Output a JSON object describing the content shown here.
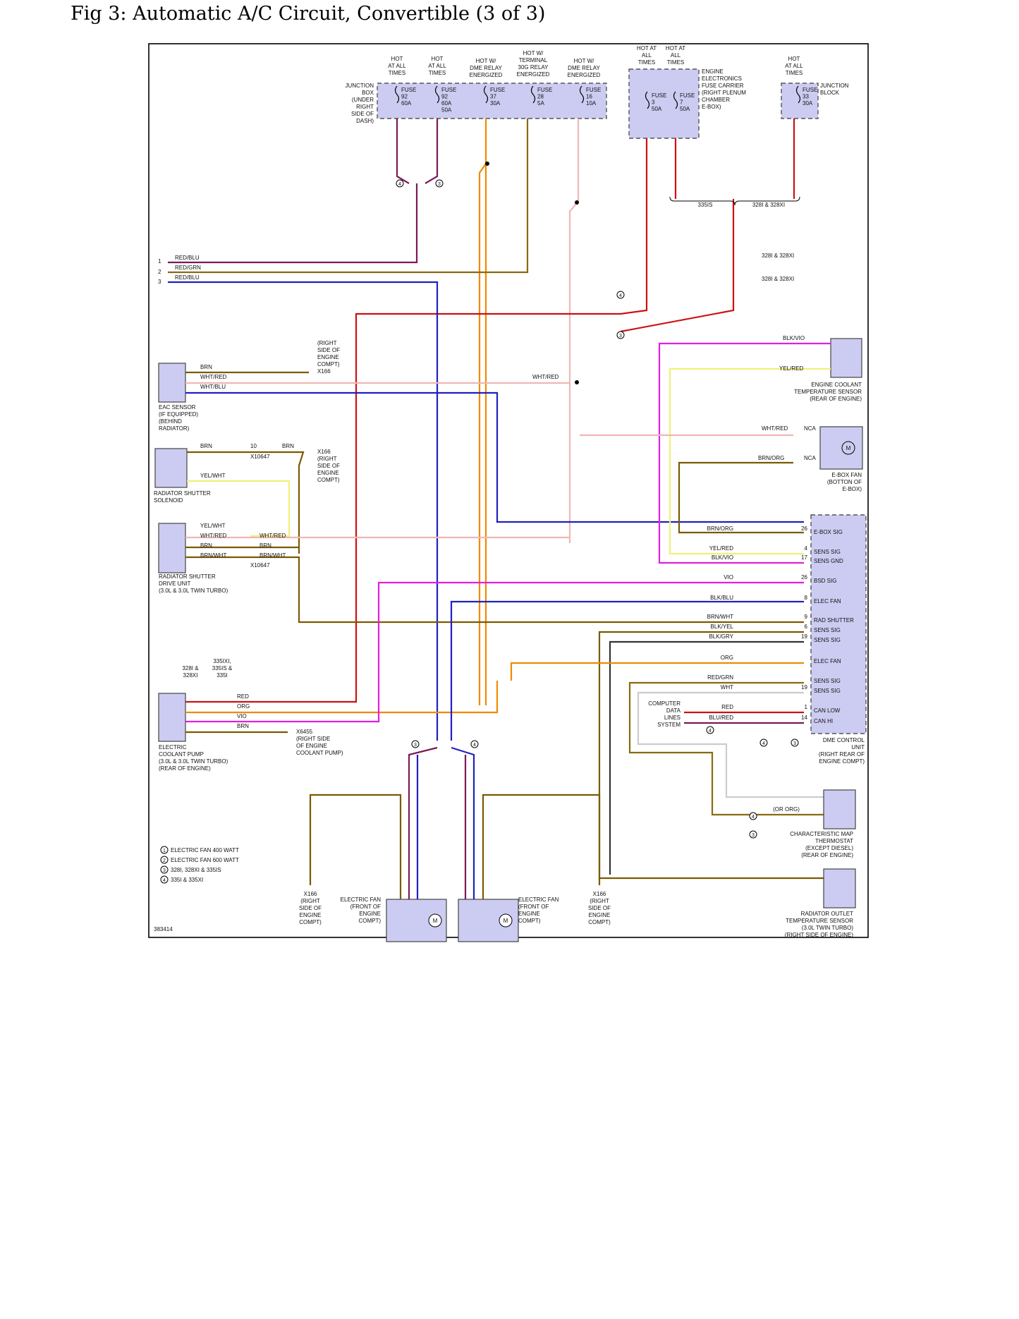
{
  "title": "Fig 3: Automatic A/C Circuit, Convertible (3 of 3)",
  "figure_id": "383414",
  "fuse_headers": [
    {
      "lines": [
        "HOT",
        "AT ALL",
        "TIMES"
      ]
    },
    {
      "lines": [
        "HOT",
        "AT ALL",
        "TIMES"
      ]
    },
    {
      "lines": [
        "HOT W/",
        "DME RELAY",
        "ENERGIZED"
      ]
    },
    {
      "lines": [
        "HOT W/",
        "TERMINAL",
        "30G RELAY",
        "ENERGIZED"
      ]
    },
    {
      "lines": [
        "HOT W/",
        "DME RELAY",
        "ENERGIZED"
      ]
    },
    {
      "lines": [
        "HOT AT",
        "ALL",
        "TIMES"
      ]
    },
    {
      "lines": [
        "HOT AT",
        "ALL",
        "TIMES"
      ]
    },
    {
      "lines": [
        "HOT",
        "AT ALL",
        "TIMES"
      ]
    }
  ],
  "fuses": [
    {
      "lines": [
        "FUSE",
        "92",
        "60A"
      ]
    },
    {
      "lines": [
        "FUSE",
        "92",
        "60A",
        "50A"
      ]
    },
    {
      "lines": [
        "FUSE",
        "37",
        "30A"
      ]
    },
    {
      "lines": [
        "FUSE",
        "28",
        "5A"
      ]
    },
    {
      "lines": [
        "FUSE",
        "16",
        "10A"
      ]
    },
    {
      "lines": [
        "FUSE",
        "3",
        "50A"
      ]
    },
    {
      "lines": [
        "FUSE",
        "7",
        "50A"
      ]
    },
    {
      "lines": [
        "FUSE",
        "33",
        "30A"
      ]
    }
  ],
  "locations": {
    "junction_box": [
      "JUNCTION",
      "BOX",
      "(UNDER",
      "RIGHT",
      "SIDE OF",
      "DASH)"
    ],
    "engine_fuse_carrier": [
      "ENGINE",
      "ELECTRONICS",
      "FUSE CARRIER",
      "(RIGHT PLENUM",
      "CHAMBER",
      "E-BOX)"
    ],
    "junction_block": [
      "JUNCTION",
      "BLOCK"
    ],
    "x166_top": [
      "(RIGHT",
      "SIDE OF",
      "ENGINE",
      "COMPT)",
      "X166"
    ],
    "x166_mid": [
      "X166",
      "(RIGHT",
      "SIDE OF",
      "ENGINE",
      "COMPT)"
    ],
    "x6455": [
      "X6455",
      "(RIGHT SIDE",
      "OF ENGINE",
      "COOLANT PUMP)"
    ],
    "x166_left_ground": [
      "X166",
      "(RIGHT",
      "SIDE OF",
      "ENGINE",
      "COMPT)"
    ],
    "x166_right_ground": [
      "X166",
      "(RIGHT",
      "SIDE OF",
      "ENGINE",
      "COMPT)"
    ]
  },
  "components": {
    "eac_sensor": [
      "EAC SENSOR",
      "(IF EQUIPPED)",
      "(BEHIND",
      "RADIATOR)"
    ],
    "radiator_shutter_solenoid": [
      "RADIATOR SHUTTER",
      "SOLENOID"
    ],
    "radiator_shutter_drive": [
      "RADIATOR SHUTTER",
      "DRIVE UNIT",
      "(3.0L & 3.0L TWIN TURBO)"
    ],
    "electric_coolant_pump": [
      "ELECTRIC",
      "COOLANT PUMP",
      "(3.0L & 3.0L TWIN TURBO)",
      "(REAR OF ENGINE)"
    ],
    "coolant_temp_sensor": [
      "ENGINE COOLANT",
      "TEMPERATURE SENSOR",
      "(REAR OF ENGINE)"
    ],
    "ebox_fan": [
      "E-BOX FAN",
      "(BOTTON OF",
      "E-BOX)"
    ],
    "dme": [
      "DME CONTROL",
      "UNIT",
      "(RIGHT REAR OF",
      "ENGINE COMPT)"
    ],
    "map_thermostat": [
      "CHARACTERISTIC MAP",
      "THERMOSTAT",
      "(EXCEPT DIESEL)",
      "(REAR OF ENGINE)"
    ],
    "outlet_temp_sensor": [
      "RADIATOR OUTLET",
      "TEMPERATURE SENSOR",
      "(3.0L TWIN TURBO)",
      "(RIGHT SIDE OF ENGINE)"
    ],
    "fan_left": [
      "ELECTRIC FAN",
      "(FRONT OF",
      "ENGINE",
      "COMPT)"
    ],
    "fan_right": [
      "ELECTRIC FAN",
      "(FRONT OF",
      "ENGINE",
      "COMPT)"
    ],
    "computer_data_lines": [
      "COMPUTER",
      "DATA",
      "LINES",
      "SYSTEM"
    ]
  },
  "dme_pins": [
    {
      "label": "E-BOX SIG",
      "pin": "26",
      "wire": "BRN/ORG"
    },
    {
      "label": "SENS SIG",
      "pin": "4",
      "wire": "YEL/RED"
    },
    {
      "label": "SENS GND",
      "pin": "17",
      "wire": "BLK/VIO"
    },
    {
      "label": "BSD SIG",
      "pin": "26",
      "wire": "VIO"
    },
    {
      "label": "ELEC FAN",
      "pin": "8",
      "wire": "BLK/BLU"
    },
    {
      "label": "RAD SHUTTER",
      "pin": "9",
      "wire": "BRN/WHT"
    },
    {
      "label": "SENS SIG",
      "pin": "6",
      "wire": "BLK/YEL"
    },
    {
      "label": "SENS SIG",
      "pin": "19",
      "wire": "BLK/GRY"
    },
    {
      "label": "ELEC FAN",
      "pin": "",
      "wire": "ORG"
    },
    {
      "label": "SENS SIG",
      "pin": "",
      "wire": "RED/GRN"
    },
    {
      "label": "SENS SIG",
      "pin": "19",
      "wire": "WHT"
    },
    {
      "label": "CAN LOW",
      "pin": "1",
      "wire": "RED"
    },
    {
      "label": "CAN HI",
      "pin": "14",
      "wire": "BLU/RED"
    }
  ],
  "legend": [
    {
      "num": "1",
      "text": "ELECTRIC FAN 400 WATT"
    },
    {
      "num": "2",
      "text": "ELECTRIC FAN 600 WATT"
    },
    {
      "num": "3",
      "text": "328I, 328XI & 335IS"
    },
    {
      "num": "4",
      "text": "335I & 335XI"
    }
  ],
  "notes": {
    "variant_335is": "335IS",
    "variant_328": "328I & 328XI",
    "variant_328_a": "328I & 328XI",
    "variant_328_b": "328I & 328XI",
    "pump_left_col": [
      "328I &",
      "328XI"
    ],
    "pump_right_col": [
      "335IXI,",
      "335IS &",
      "335I"
    ],
    "or_org": "(OR ORG)",
    "nca": "NCA"
  },
  "colors": {
    "red": "#cc1111",
    "red_blu": "#7a1a55",
    "red_grn": "#8a6a10",
    "blu": "#2020c0",
    "org": "#f08a00",
    "wht_red": "#f0b6b6",
    "brn": "#7a5a00",
    "yel": "#f0f07a",
    "vio": "#e020e0",
    "blk": "#333333"
  }
}
